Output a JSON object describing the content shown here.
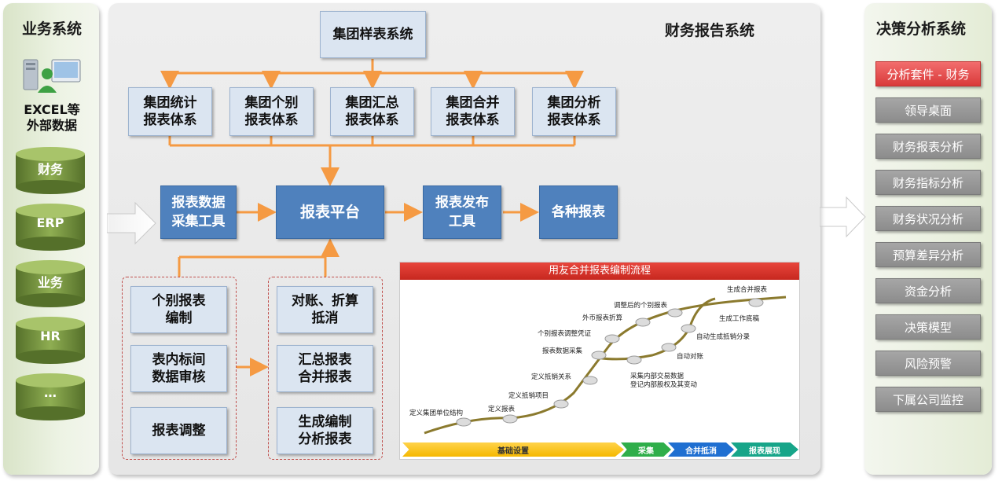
{
  "left": {
    "title": "业务系统",
    "external_label": "EXCEL等\n外部数据",
    "sources": [
      "财务",
      "ERP",
      "业务",
      "HR",
      "…"
    ]
  },
  "center": {
    "title": "财务报告系统",
    "top_box": "集团样表系统",
    "level2": [
      "集团统计\n报表体系",
      "集团个别\n报表体系",
      "集团汇总\n报表体系",
      "集团合并\n报表体系",
      "集团分析\n报表体系"
    ],
    "collect_tool": "报表数据\n采集工具",
    "platform": "报表平台",
    "publish_tool": "报表发布\n工具",
    "reports": "各种报表",
    "left_group": [
      "个别报表\n编制",
      "表内标间\n数据审核",
      "报表调整"
    ],
    "right_group": [
      "对账、折算\n抵消",
      "汇总报表\n合并报表",
      "生成编制\n分析报表"
    ]
  },
  "inset": {
    "title": "用友合并报表编制流程",
    "steps": [
      "定义集团单位结构",
      "定义报表",
      "定义抵销项目",
      "定义抵销关系",
      "报表数据采集",
      "个别报表调整凭证",
      "外币报表折算",
      "调整后的个别报表",
      "生成合并报表",
      "生成工作底稿",
      "自动生成抵销分录",
      "自动对账",
      "采集内部交易数据",
      "登记内部股权及其变动"
    ],
    "stages": [
      "基础设置",
      "采集",
      "合并抵消",
      "报表展现"
    ],
    "colors": {
      "base": "#f5b800",
      "green": "#2fae4a",
      "blue": "#1f6fd1",
      "teal": "#17a589"
    }
  },
  "right": {
    "title": "决策分析系统",
    "items": [
      "分析套件 - 财务",
      "领导桌面",
      "财务报表分析",
      "财务指标分析",
      "财务状况分析",
      "预算差异分析",
      "资金分析",
      "决策模型",
      "风险预警",
      "下属公司监控"
    ]
  },
  "colors": {
    "arrow": "#f59a43",
    "box_dark": "#4f81bd",
    "box_light": "#dbe5f1",
    "cylinder": "#7b9a3e",
    "highlight": "#e04040"
  }
}
